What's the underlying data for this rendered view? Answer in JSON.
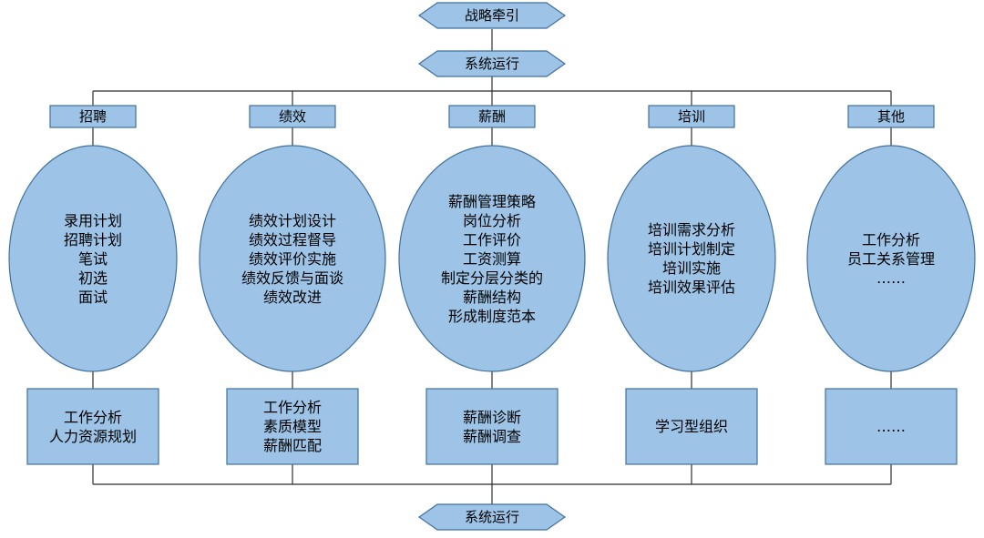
{
  "top": {
    "strategy": "战略牵引",
    "system_run": "系统运行"
  },
  "bottom": {
    "system_run": "系统运行"
  },
  "modules": [
    {
      "title": "招聘",
      "ellipse_items": [
        "录用计划",
        "招聘计划",
        "笔试",
        "初选",
        "面试"
      ],
      "base_items": [
        "工作分析",
        "人力资源规划"
      ]
    },
    {
      "title": "绩效",
      "ellipse_items": [
        "绩效计划设计",
        "绩效过程督导",
        "绩效评价实施",
        "绩效反馈与面谈",
        "绩效改进"
      ],
      "base_items": [
        "工作分析",
        "素质模型",
        "薪酬匹配"
      ]
    },
    {
      "title": "薪酬",
      "ellipse_items": [
        "薪酬管理策略",
        "岗位分析",
        "工作评价",
        "工资测算",
        "制定分层分类的",
        "薪酬结构",
        "形成制度范本"
      ],
      "base_items": [
        "薪酬诊断",
        "薪酬调查"
      ]
    },
    {
      "title": "培训",
      "ellipse_items": [
        "培训需求分析",
        "培训计划制定",
        "培训实施",
        "培训效果评估"
      ],
      "base_items": [
        "学习型组织"
      ]
    },
    {
      "title": "其他",
      "ellipse_items": [
        "工作分析",
        "员工关系管理",
        "……"
      ],
      "base_items": [
        "……"
      ]
    }
  ],
  "colors": {
    "fill": "#9dc3e6",
    "stroke": "#41719c",
    "line": "#2f2f2f"
  }
}
